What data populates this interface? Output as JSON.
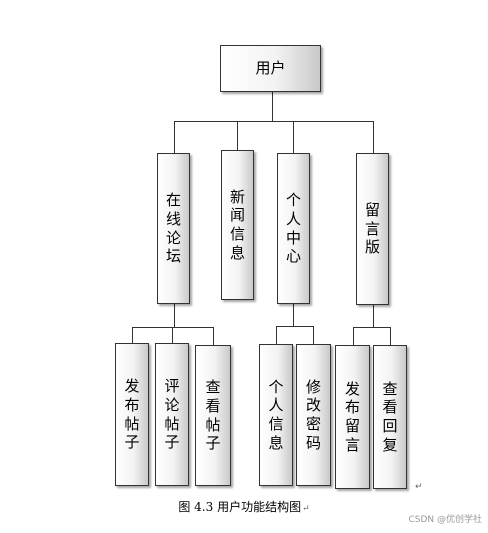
{
  "diagram": {
    "root": "用户",
    "modules": [
      {
        "label": "在线论坛",
        "children": [
          "发布帖子",
          "评论帖子",
          "查看帖子"
        ]
      },
      {
        "label": "新闻信息",
        "children": []
      },
      {
        "label": "个人中心",
        "children": [
          "个人信息",
          "修改密码"
        ]
      },
      {
        "label": "留言版",
        "children": [
          "发布留言",
          "查看回复"
        ]
      }
    ]
  },
  "caption": "图 4.3  用户功能结构图",
  "return_mark": "↵",
  "watermark": "CSDN @优创学社"
}
